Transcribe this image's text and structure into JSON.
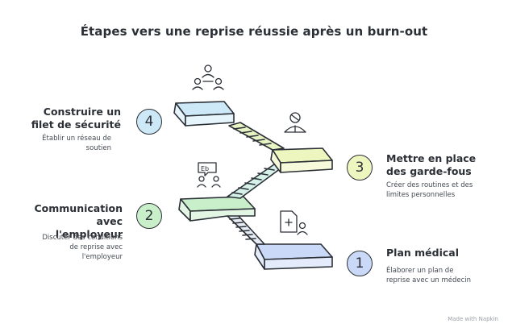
{
  "title": "Étapes vers une reprise réussie après un burn-out",
  "steps": [
    {
      "number": "1",
      "title": "Plan médical",
      "description": "Élaborer un plan de reprise avec un médecin",
      "color": "#c9d9f7",
      "icon": "medical-file-icon"
    },
    {
      "number": "2",
      "title": "Communication avec l'employeur",
      "description": "Discuter des conditions de reprise avec l'employeur",
      "color": "#c8efc9",
      "icon": "conversation-icon"
    },
    {
      "number": "3",
      "title": "Mettre en place des garde-fous",
      "description": "Créer des routines et des limites personnelles",
      "color": "#eef6c0",
      "icon": "person-icon"
    },
    {
      "number": "4",
      "title": "Construire un filet de sécurité",
      "description": "Établir un réseau de soutien",
      "color": "#cde8f7",
      "icon": "network-icon"
    }
  ],
  "footer": "Made with  Napkin"
}
